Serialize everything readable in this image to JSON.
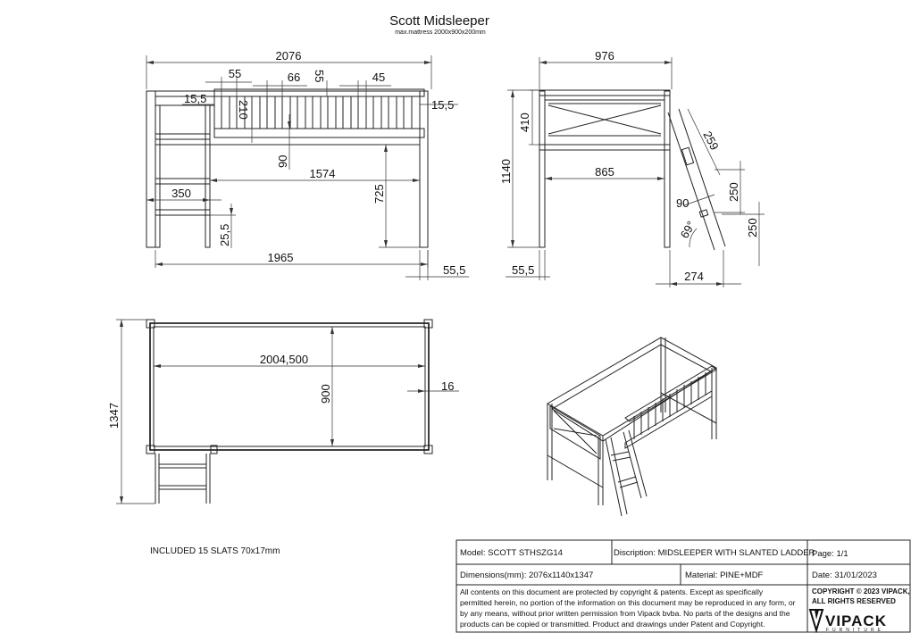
{
  "header": {
    "title": "Scott Midsleeper",
    "subtitle": "max.mattress 2000x900x200mm"
  },
  "front_view": {
    "overall_width": "2076",
    "slat_gap_1": "55",
    "slat_gap_2": "66",
    "slat_gap_3": "55",
    "slat_width": "45",
    "rail_offset_left": "15,5",
    "rail_offset_right": "15,5",
    "rail_height": "210",
    "bar_height": "90",
    "inner_span": "1574",
    "ladder_width": "350",
    "under_height": "725",
    "foot_height": "25,5",
    "floor_span": "1965",
    "leg_offset": "55,5"
  },
  "side_view": {
    "overall_depth": "976",
    "guard_height": "410",
    "total_height": "1140",
    "inner_depth": "865",
    "ladder_length": "259",
    "step_angle": "90",
    "ladder_angle": "69°",
    "step_spacing_upper": "250",
    "step_spacing_lower": "250",
    "leg_offset": "55,5",
    "ladder_foot": "274"
  },
  "plan_view": {
    "total_length": "1347",
    "mattress_length": "2004,500",
    "mattress_width": "900",
    "post_offset": "16"
  },
  "note": "INCLUDED 15 SLATS  70x17mm",
  "title_block": {
    "model": "Model: SCOTT STHSZG14",
    "description": "Discription: MIDSLEEPER WITH SLANTED LADDER",
    "page": "Page: 1/1",
    "dimensions": "Dimensions(mm): 2076x1140x1347",
    "material": "Material: PINE+MDF",
    "date": "Date: 31/01/2023",
    "legal_1": "All contents on this document are protected by copyright & patents. Except as specifically",
    "legal_2": "permitted herein, no portion of the information on this document may be reproduced in any form, or",
    "legal_3": "by any means, without prior written permission from Vipack bvba. No parts of the designs and the",
    "legal_4": "products can be copied or transmitted. Product and drawings under Patent and Copyright.",
    "copyright_1": "COPYRIGHT  © 2023 VIPACK,",
    "copyright_2": "ALL RIGHTS RESERVED",
    "logo_text": "VIPACK",
    "logo_sub": "FURNITURE"
  }
}
